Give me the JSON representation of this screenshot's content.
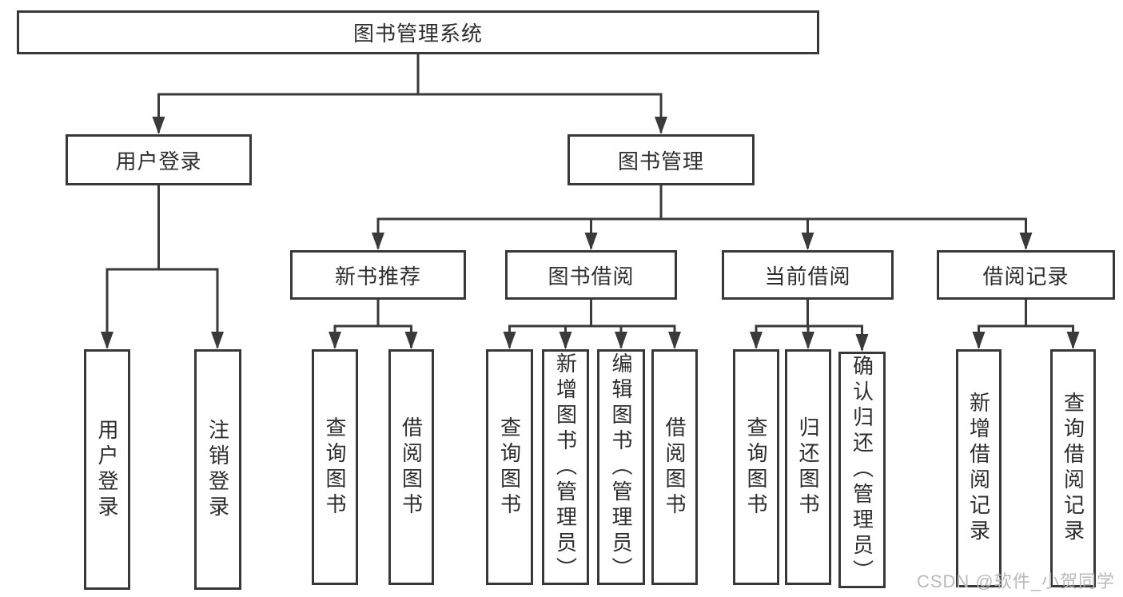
{
  "tree": {
    "root": {
      "label": "图书管理系统",
      "children": [
        {
          "label": "用户登录",
          "children": [
            {
              "label": "用户登录"
            },
            {
              "label": "注销登录"
            }
          ]
        },
        {
          "label": "图书管理",
          "children": [
            {
              "label": "新书推荐",
              "children": [
                {
                  "label": "查询图书"
                },
                {
                  "label": "借阅图书"
                }
              ]
            },
            {
              "label": "图书借阅",
              "children": [
                {
                  "label": "查询图书"
                },
                {
                  "label": "新增图书（管理员）"
                },
                {
                  "label": "编辑图书（管理员）"
                },
                {
                  "label": "借阅图书"
                }
              ]
            },
            {
              "label": "当前借阅",
              "children": [
                {
                  "label": "查询图书"
                },
                {
                  "label": "归还图书"
                },
                {
                  "label": "确认归还（管理员）"
                }
              ]
            },
            {
              "label": "借阅记录",
              "children": [
                {
                  "label": "新增借阅记录"
                },
                {
                  "label": "查询借阅记录"
                }
              ]
            }
          ]
        }
      ]
    }
  },
  "watermark": "CSDN @软件_小贺同学",
  "colors": {
    "line": "#3a3a3a",
    "box_border": "#383838",
    "text": "#2d2d2d",
    "watermark": "#b9b9b9",
    "background": "#ffffff"
  }
}
